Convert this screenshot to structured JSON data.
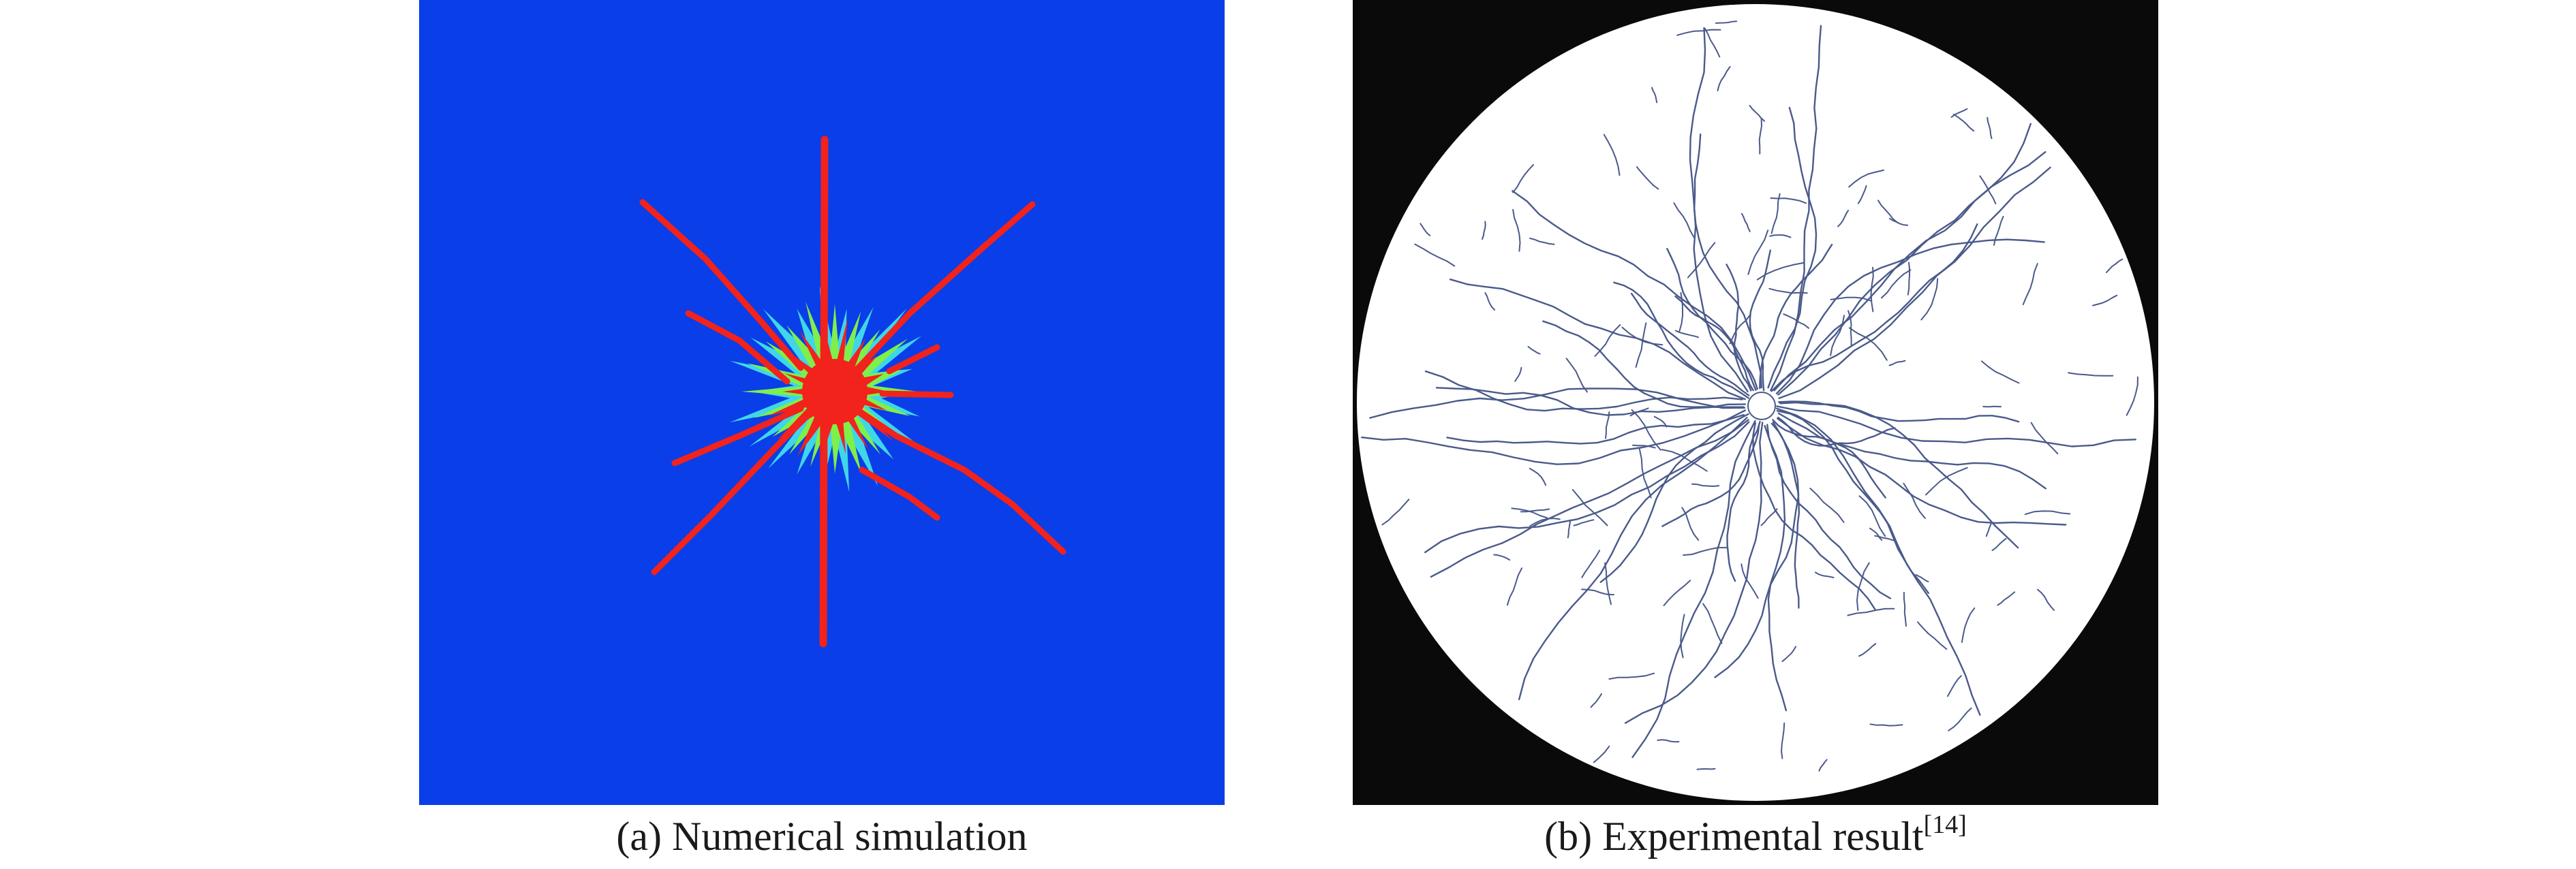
{
  "figure": {
    "panel_a": {
      "caption_prefix": "(a) ",
      "caption_text": "Numerical simulation",
      "colors": {
        "background": "#0a3ee8",
        "crack": "#f2221c",
        "damage_mid": "#7fef4a",
        "damage_low": "#3fd6e8"
      }
    },
    "panel_b": {
      "caption_prefix": "(b) ",
      "caption_text": "Experimental result",
      "reference": "[14]",
      "colors": {
        "background": "#0a0a0a",
        "disc": "#ffffff",
        "crack": "#4a5a8a"
      }
    }
  }
}
